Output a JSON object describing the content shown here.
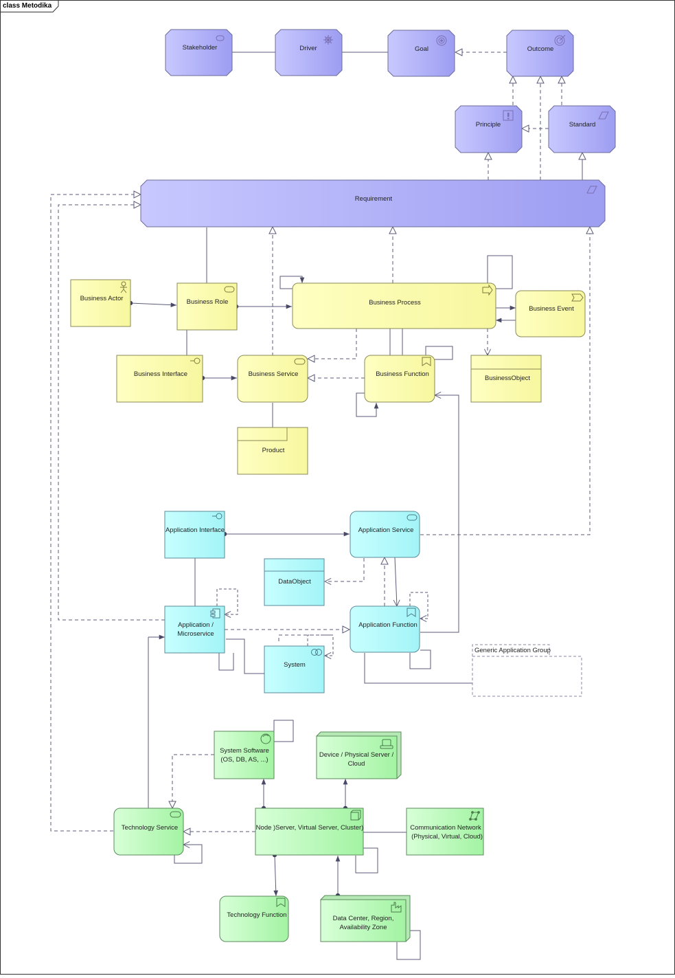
{
  "diagram": {
    "title": "class Metodika",
    "motivation": {
      "stakeholder": "Stakeholder",
      "driver": "Driver",
      "goal": "Goal",
      "outcome": "Outcome",
      "principle": "Principle",
      "standard": "Standard",
      "requirement": "Requirement"
    },
    "business": {
      "actor": "Business Actor",
      "role": "Business Role",
      "process": "Business Process",
      "event": "Business Event",
      "interface": "Business Interface",
      "service": "Business Service",
      "function": "Business Function",
      "object": "BusinessObject",
      "product": "Product"
    },
    "application": {
      "interface": "Application Interface",
      "service": "Application Service",
      "data_object": "DataObject",
      "component_line1": "Application /",
      "component_line2": "Microservice",
      "function": "Application Function",
      "system": "System",
      "group": "Generic Application Group"
    },
    "technology": {
      "system_software_line1": "System Software",
      "system_software_line2": "(OS, DB, AS, ...)",
      "device_line1": "Device / Physical Server /",
      "device_line2": "Cloud",
      "service": "Technology Service",
      "node": "Node )Server, Virtual Server, Cluster)",
      "network_line1": "Communication Network",
      "network_line2": "(Physical, Virtual, Cloud)",
      "function": "Technology Function",
      "datacenter_line1": "Data Center, Region,",
      "datacenter_line2": "Availability Zone"
    }
  },
  "colors": {
    "motivation": "#a5a5f5",
    "business": "#ffffb5",
    "application": "#b5ffff",
    "technology": "#c9ffc9",
    "line": "#5a5a78"
  }
}
